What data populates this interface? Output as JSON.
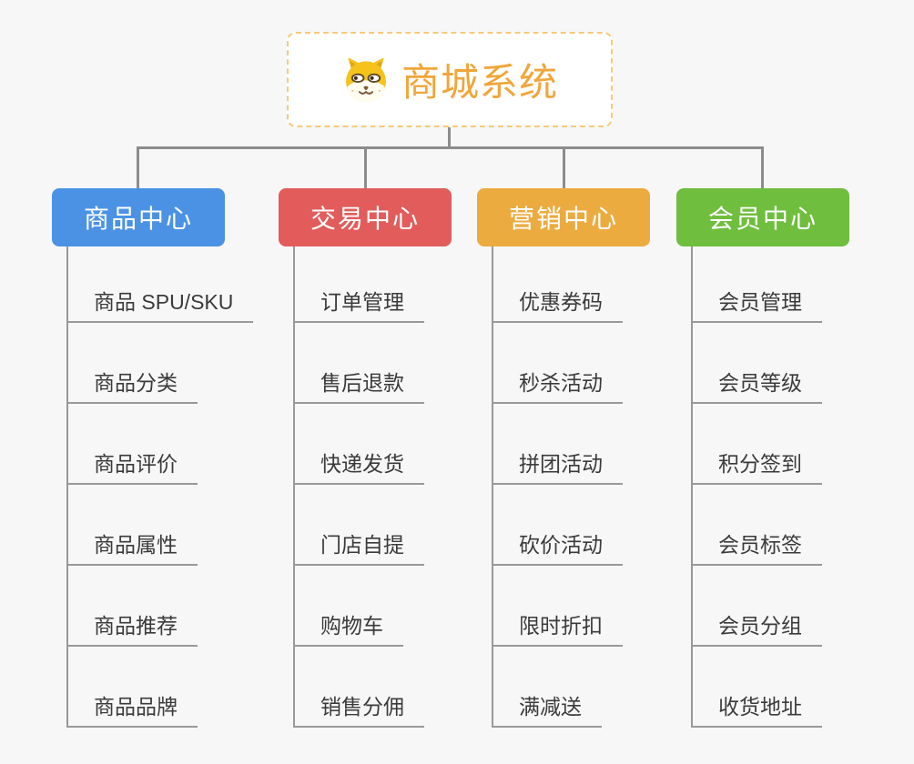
{
  "root": {
    "title": "商城系统",
    "icon": "dog-face"
  },
  "branches": [
    {
      "label": "商品中心",
      "color": "#4b92e5",
      "children": [
        "商品 SPU/SKU",
        "商品分类",
        "商品评价",
        "商品属性",
        "商品推荐",
        "商品品牌"
      ]
    },
    {
      "label": "交易中心",
      "color": "#e25c5c",
      "children": [
        "订单管理",
        "售后退款",
        "快递发货",
        "门店自提",
        "购物车",
        "销售分佣"
      ]
    },
    {
      "label": "营销中心",
      "color": "#ecab3f",
      "children": [
        "优惠券码",
        "秒杀活动",
        "拼团活动",
        "砍价活动",
        "限时折扣",
        "满减送"
      ]
    },
    {
      "label": "会员中心",
      "color": "#6fbe3e",
      "children": [
        "会员管理",
        "会员等级",
        "积分签到",
        "会员标签",
        "会员分组",
        "收货地址"
      ]
    }
  ],
  "colors": {
    "background": "#f7f7f7",
    "connector": "#8c8c8c",
    "child_line": "#999999",
    "child_text": "#3b3b3b",
    "root_text": "#f0a63a",
    "root_border": "#f7c97c"
  }
}
